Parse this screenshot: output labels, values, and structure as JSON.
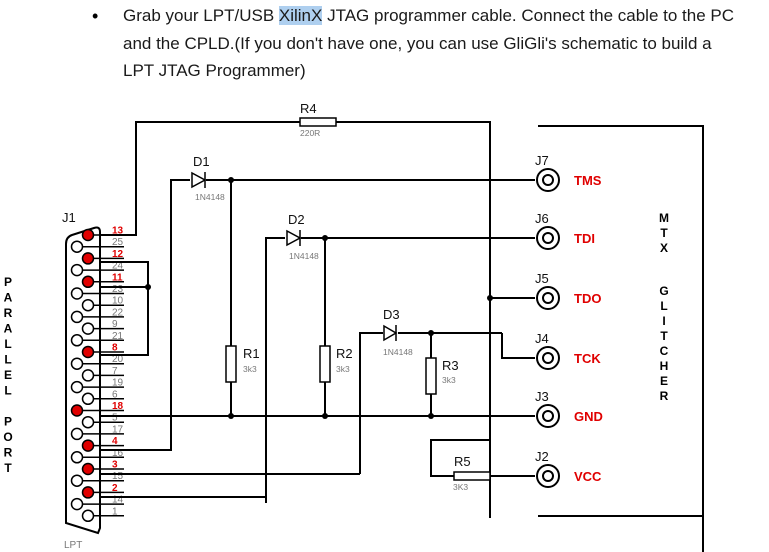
{
  "instruction": {
    "bullet": "•",
    "text_before": "Grab your LPT/USB ",
    "highlight": "XilinX",
    "text_after": " JTAG programmer cable. Connect the cable to the PC and the CPLD.(If you don't have one, you can use GliGli's schematic to build a LPT JTAG Programmer)"
  },
  "schematic": {
    "connector_left": {
      "ref": "J1",
      "caption": "LPT",
      "side_label": [
        "P",
        "A",
        "R",
        "A",
        "L",
        "L",
        "E",
        "L",
        "",
        "P",
        "O",
        "R",
        "T"
      ],
      "pins": [
        {
          "num": "13",
          "used": true
        },
        {
          "num": "25",
          "used": false
        },
        {
          "num": "12",
          "used": true
        },
        {
          "num": "24",
          "used": false
        },
        {
          "num": "11",
          "used": true
        },
        {
          "num": "23",
          "used": false
        },
        {
          "num": "10",
          "used": false
        },
        {
          "num": "22",
          "used": false
        },
        {
          "num": "9",
          "used": false
        },
        {
          "num": "21",
          "used": false
        },
        {
          "num": "8",
          "used": true
        },
        {
          "num": "20",
          "used": false
        },
        {
          "num": "7",
          "used": false
        },
        {
          "num": "19",
          "used": false
        },
        {
          "num": "6",
          "used": false
        },
        {
          "num": "18",
          "used": true
        },
        {
          "num": "5",
          "used": false
        },
        {
          "num": "17",
          "used": false
        },
        {
          "num": "4",
          "used": true
        },
        {
          "num": "16",
          "used": false
        },
        {
          "num": "3",
          "used": true
        },
        {
          "num": "15",
          "used": false
        },
        {
          "num": "2",
          "used": true
        },
        {
          "num": "14",
          "used": false
        },
        {
          "num": "1",
          "used": false
        }
      ]
    },
    "components": {
      "R4": {
        "ref": "R4",
        "value": "220R"
      },
      "D1": {
        "ref": "D1",
        "value": "1N4148"
      },
      "D2": {
        "ref": "D2",
        "value": "1N4148"
      },
      "D3": {
        "ref": "D3",
        "value": "1N4148"
      },
      "R1": {
        "ref": "R1",
        "value": "3k3"
      },
      "R2": {
        "ref": "R2",
        "value": "3k3"
      },
      "R3": {
        "ref": "R3",
        "value": "3k3"
      },
      "R5": {
        "ref": "R5",
        "value": "3K3"
      }
    },
    "jacks": [
      {
        "ref": "J7",
        "signal": "TMS"
      },
      {
        "ref": "J6",
        "signal": "TDI"
      },
      {
        "ref": "J5",
        "signal": "TDO"
      },
      {
        "ref": "J4",
        "signal": "TCK"
      },
      {
        "ref": "J3",
        "signal": "GND"
      },
      {
        "ref": "J2",
        "signal": "VCC"
      }
    ],
    "target_board": {
      "label_top": [
        "M",
        "T",
        "X"
      ],
      "label_bottom": [
        "G",
        "L",
        "I",
        "T",
        "C",
        "H",
        "E",
        "R"
      ]
    },
    "colors": {
      "signal": "#e00000",
      "wire": "#000000"
    }
  }
}
